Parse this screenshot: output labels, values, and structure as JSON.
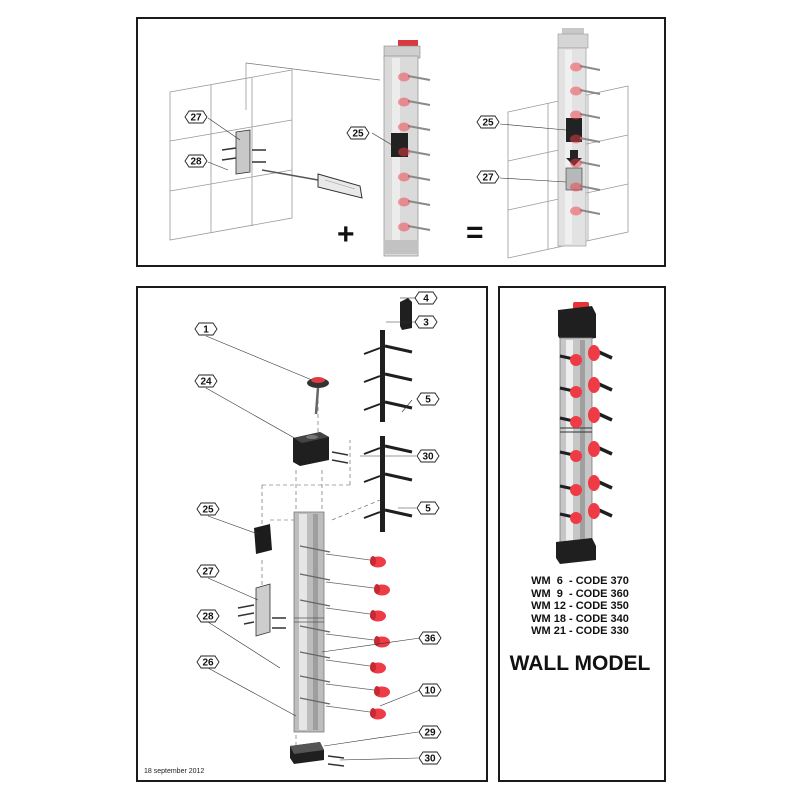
{
  "callouts": {
    "top": [
      {
        "label": "27"
      },
      {
        "label": "28"
      },
      {
        "label": "25"
      },
      {
        "label": "25"
      },
      {
        "label": "27"
      }
    ],
    "exploded": [
      {
        "label": "1"
      },
      {
        "label": "24"
      },
      {
        "label": "25"
      },
      {
        "label": "27"
      },
      {
        "label": "28"
      },
      {
        "label": "26"
      },
      {
        "label": "4"
      },
      {
        "label": "3"
      },
      {
        "label": "5"
      },
      {
        "label": "30"
      },
      {
        "label": "5"
      },
      {
        "label": "36"
      },
      {
        "label": "10"
      },
      {
        "label": "29"
      },
      {
        "label": "30"
      }
    ]
  },
  "operators": {
    "plus": "+",
    "equals": "="
  },
  "model_codes": [
    "WM  6  - CODE 370",
    "WM  9  - CODE 360",
    "WM 12 - CODE 350",
    "WM 18 - CODE 340",
    "WM 21 - CODE 330"
  ],
  "title": "WALL MODEL",
  "date": "18 september 2012",
  "colors": {
    "cap_red": "#e8323a",
    "peg_red": "#ee3b45",
    "frame": "#1a1a1a",
    "rail": "#b8b8b8"
  }
}
